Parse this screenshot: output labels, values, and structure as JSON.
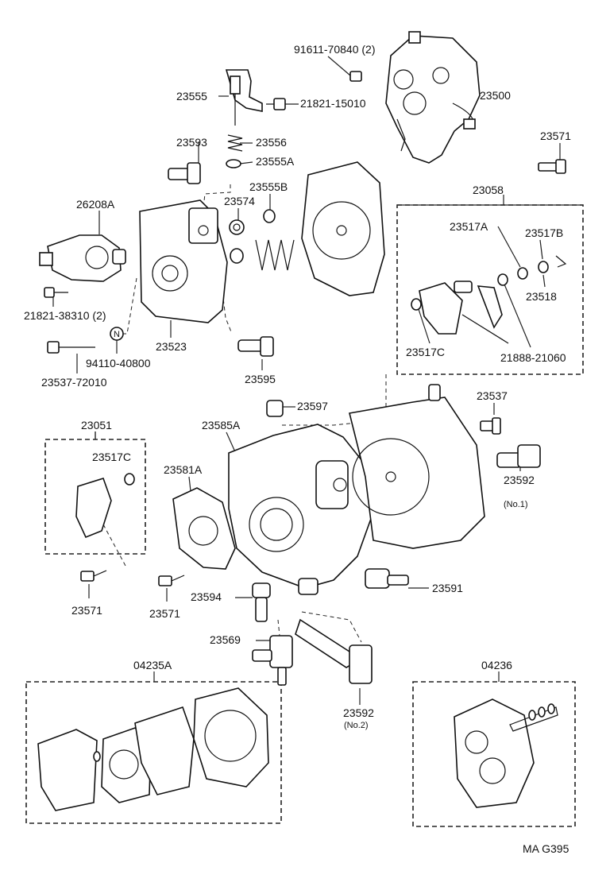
{
  "labels": {
    "p91611": "91611-70840 (2)",
    "p23500": "23500",
    "p23555": "23555",
    "p21821a": "21821-15010",
    "p23593": "23593",
    "p23556": "23556",
    "p23555A": "23555A",
    "p23571a": "23571",
    "p26208A": "26208A",
    "p23574": "23574",
    "p23555B": "23555B",
    "p23058": "23058",
    "p23517A": "23517A",
    "p23517B": "23517B",
    "p23518": "23518",
    "p21821b": "21821-38310 (2)",
    "p23523": "23523",
    "p94110": "94110-40800",
    "p23537a": "23537-72010",
    "p23595": "23595",
    "p23517C": "23517C",
    "p21888": "21888-21060",
    "p23597": "23597",
    "p23537b": "23537",
    "p23051": "23051",
    "p23585A": "23585A",
    "p23517C2": "23517C",
    "p23581A": "23581A",
    "p23592a": "23592",
    "p23592a_sub": "(No.1)",
    "p23571b": "23571",
    "p23571c": "23571",
    "p23594": "23594",
    "p23591": "23591",
    "p23569": "23569",
    "p04235A": "04235A",
    "p04236": "04236",
    "p23592b": "23592",
    "p23592b_sub": "(No.2)",
    "n_mark": "N",
    "code": "MA G395"
  }
}
